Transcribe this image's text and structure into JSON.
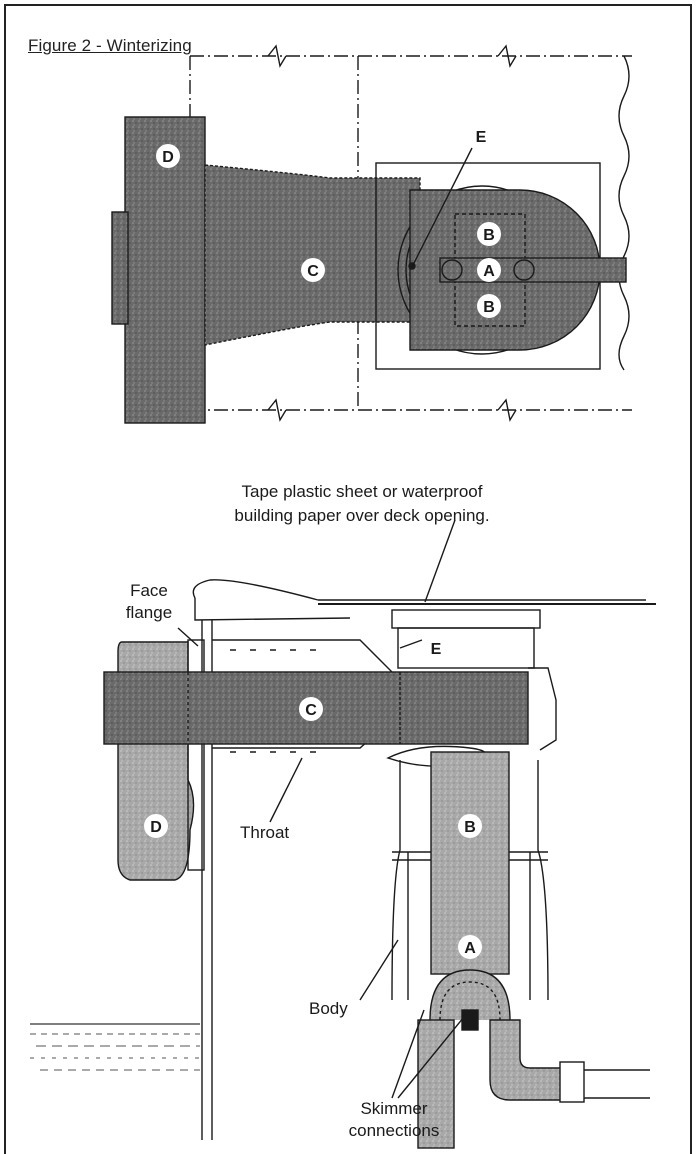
{
  "figure": {
    "title": "Figure 2 - Winterizing"
  },
  "labels": {
    "a": "A",
    "b": "B",
    "c": "C",
    "d": "D",
    "e": "E"
  },
  "annotations": {
    "deck_note_line1": "Tape plastic sheet or waterproof",
    "deck_note_line2": "building paper over deck opening.",
    "face_flange_line1": "Face",
    "face_flange_line2": "flange",
    "throat": "Throat",
    "body": "Body",
    "skimmer_line1": "Skimmer",
    "skimmer_line2": "connections"
  },
  "colors": {
    "fill_dark": "#5a5a5a",
    "fill_mid": "#8a8a8a",
    "fill_light": "#b5b5b5",
    "line": "#1a1a1a",
    "water": "#444444"
  }
}
